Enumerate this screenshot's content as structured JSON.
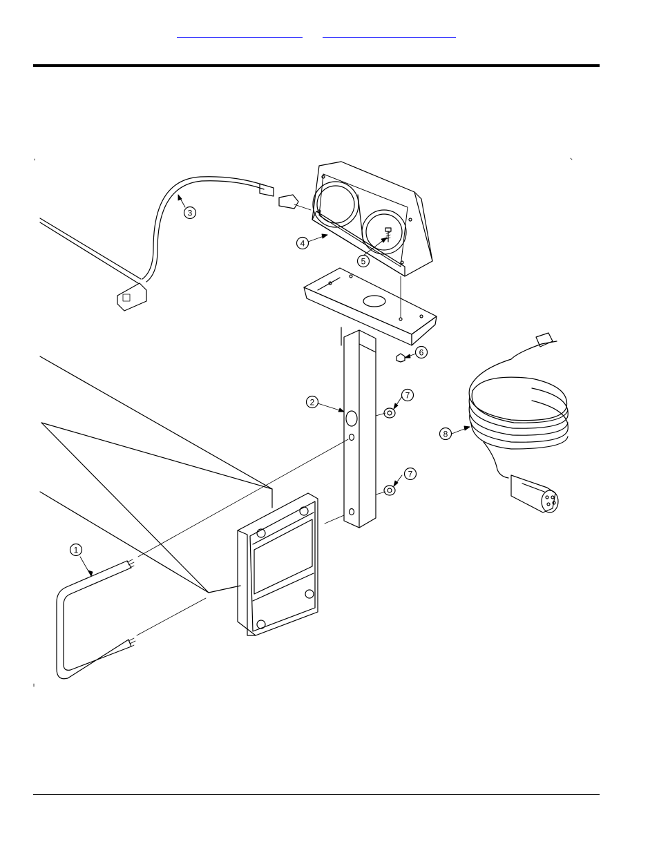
{
  "header": {
    "links": [
      {
        "label": ""
      },
      {
        "label": ""
      }
    ]
  },
  "diagram": {
    "callouts": [
      "1",
      "2",
      "3",
      "4",
      "5",
      "6",
      "7",
      "7",
      "8"
    ]
  },
  "colors": {
    "link": "#2a2aff",
    "ink": "#000000",
    "paper": "#ffffff"
  }
}
